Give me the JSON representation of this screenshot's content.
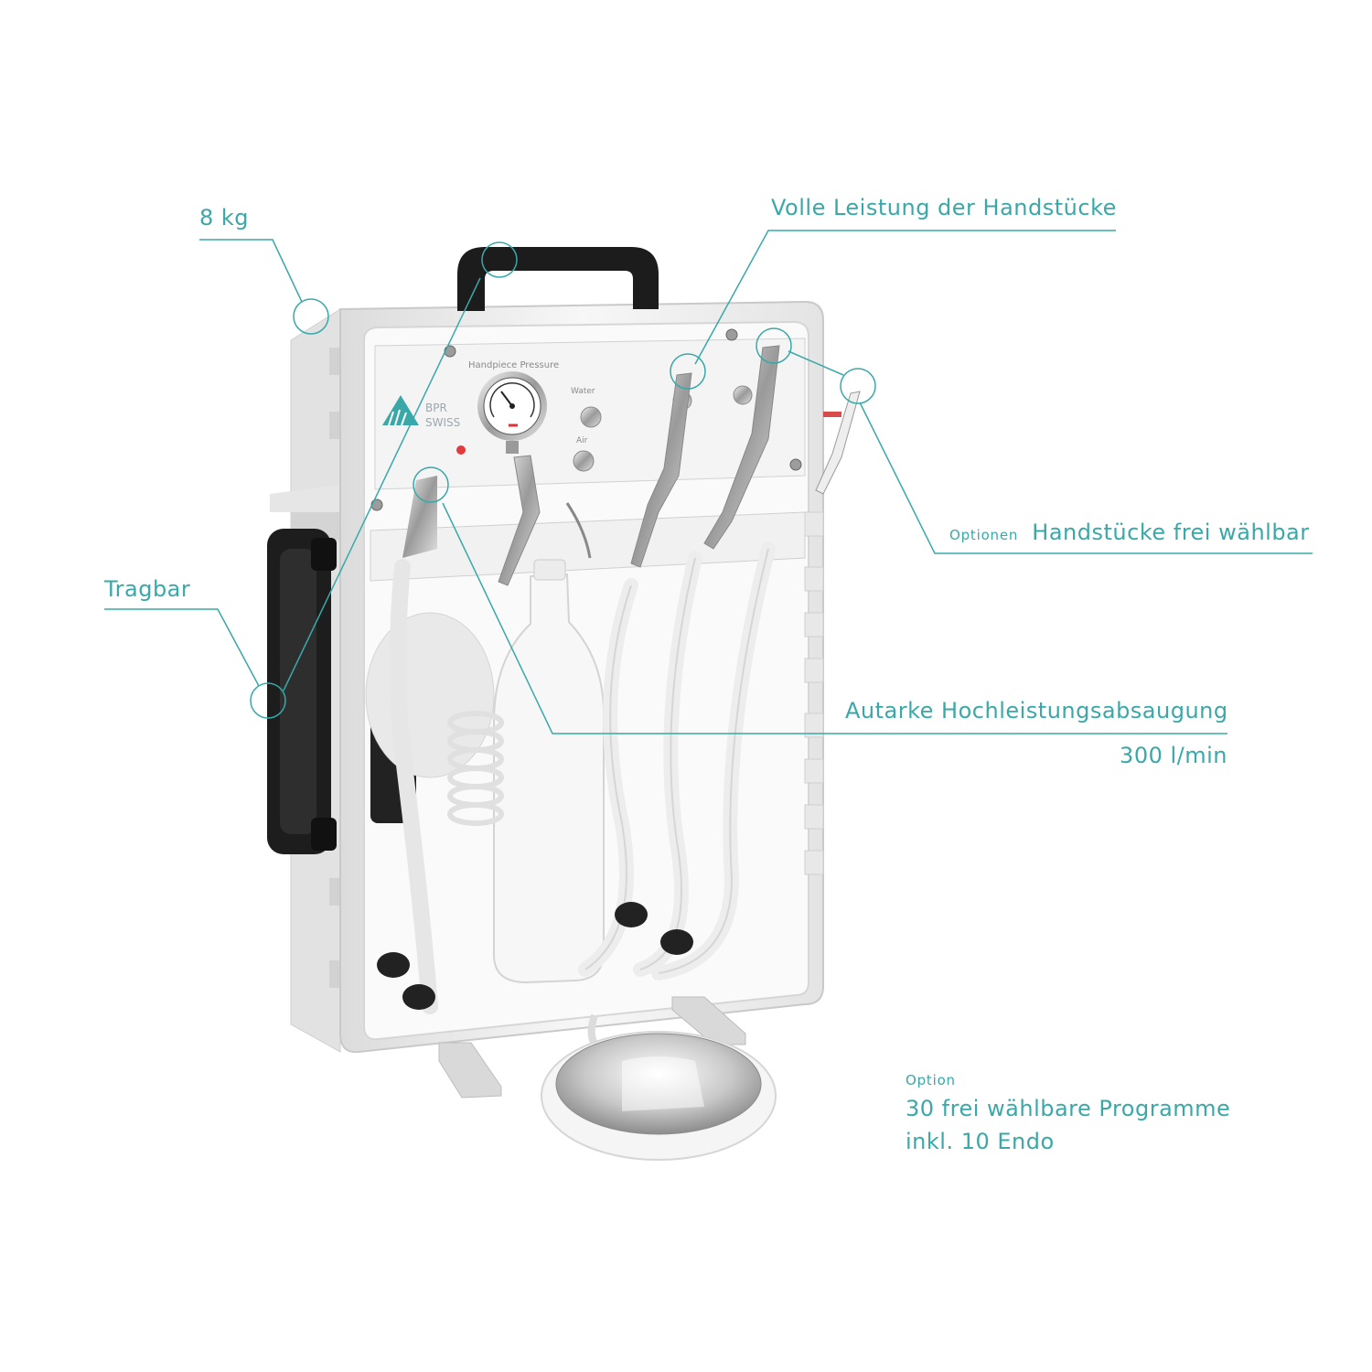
{
  "accent_color": "#3aa8a8",
  "logo": {
    "line1": "BPR",
    "line2": "SWISS"
  },
  "panel": {
    "handpiece_pressure": "Handpiece Pressure",
    "water": "Water",
    "air": "Air"
  },
  "callouts": {
    "weight": "8 kg",
    "handpieces_power": "Volle Leistung der Handstücke",
    "options_prefix": "Optionen",
    "options_text": "Handstücke frei wählbar",
    "portable": "Tragbar",
    "suction_title": "Autarke Hochleistungsabsaugung",
    "suction_value": "300 l/min",
    "program_prefix": "Option",
    "program_line1": "30 frei wählbare Programme",
    "program_line2": "inkl. 10 Endo"
  }
}
